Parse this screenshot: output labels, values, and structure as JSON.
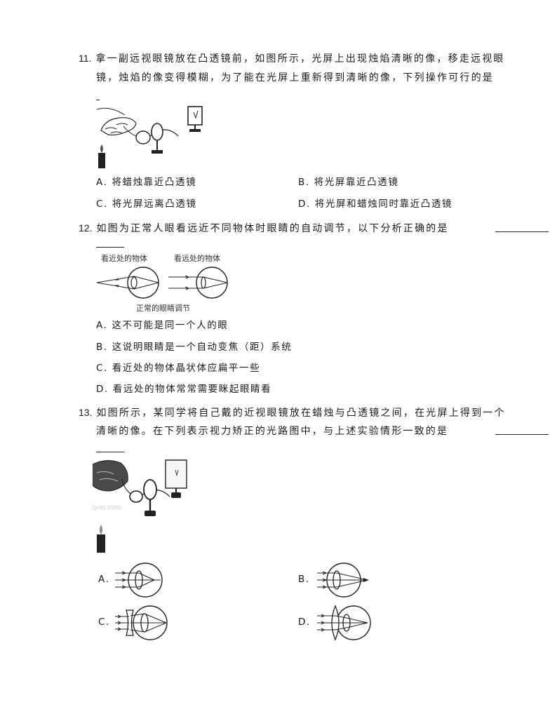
{
  "q11": {
    "number": "11.",
    "line1": "拿一副远视眼镜放在凸透镜前，如图所示，光屏上出现烛焰清晰的像，移走远视眼",
    "line2": "镜，烛焰的像变得模糊，为了能在光屏上重新得到清晰的像，下列操作可行的是",
    "options": {
      "A": "A.  将蜡烛靠近凸透镜",
      "B": "B.  将光屏靠近凸透镜",
      "C": "C.  将光屏远离凸透镜",
      "D": "D.  将光屏和蜡烛同时靠近凸透镜"
    }
  },
  "q12": {
    "number": "12.",
    "line1": "如图为正常人眼看远近不同物体时眼睛的自动调节，以下分析正确的是",
    "figure": {
      "label_near": "看近处的物体",
      "label_far": "看远处的物体",
      "caption": "正常的眼睛调节"
    },
    "options": {
      "A": "A.  这不可能是同一个人的眼",
      "B": "B.  这说明眼睛是一个自动变焦（距）系统",
      "C": "C.  看近处的物体晶状体应扁平一些",
      "D": "D.  看远处的物体常常需要眯起眼睛看"
    }
  },
  "q13": {
    "number": "13.",
    "line1": "如图所示，某同学将自己戴的近视眼镜放在蜡烛与凸透镜之间，在光屏上得到一个",
    "line2": "清晰的像。在下列表示视力矫正的光路图中，与上述实验情形一致的是",
    "watermark": "lyoo.com",
    "options": {
      "A": "A.",
      "B": "B.",
      "C": "C.",
      "D": "D."
    }
  }
}
